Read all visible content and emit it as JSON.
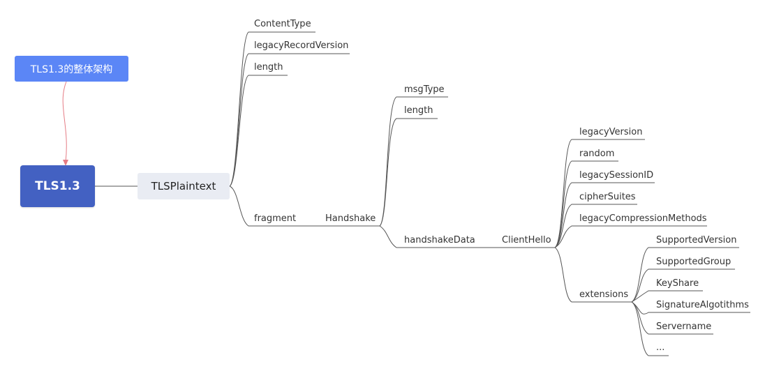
{
  "callout": "TLS1.3的整体架构",
  "root": "TLS1.3",
  "main": "TLSPlaintext",
  "nodes": {
    "content_type": "ContentType",
    "legacy_record_version": "legacyRecordVersion",
    "length": "length",
    "fragment": "fragment",
    "handshake": "Handshake",
    "msg_type": "msgType",
    "hs_length": "length",
    "handshake_data": "handshakeData",
    "client_hello": "ClientHello",
    "legacy_version": "legacyVersion",
    "random": "random",
    "legacy_session_id": "legacySessionID",
    "cipher_suites": "cipherSuites",
    "legacy_compression_methods": "legacyCompressionMethods",
    "extensions": "extensions",
    "supported_version": "SupportedVersion",
    "supported_group": "SupportedGroup",
    "key_share": "KeyShare",
    "signature_algorithms": "SignatureAlgotithms",
    "servername": "Servername",
    "more": "..."
  },
  "colors": {
    "callout": "#5b86f6",
    "root": "#4361c2",
    "main_topic": "#e9ecf3",
    "branch_line": "#555555",
    "arrow": "#e57c85"
  }
}
